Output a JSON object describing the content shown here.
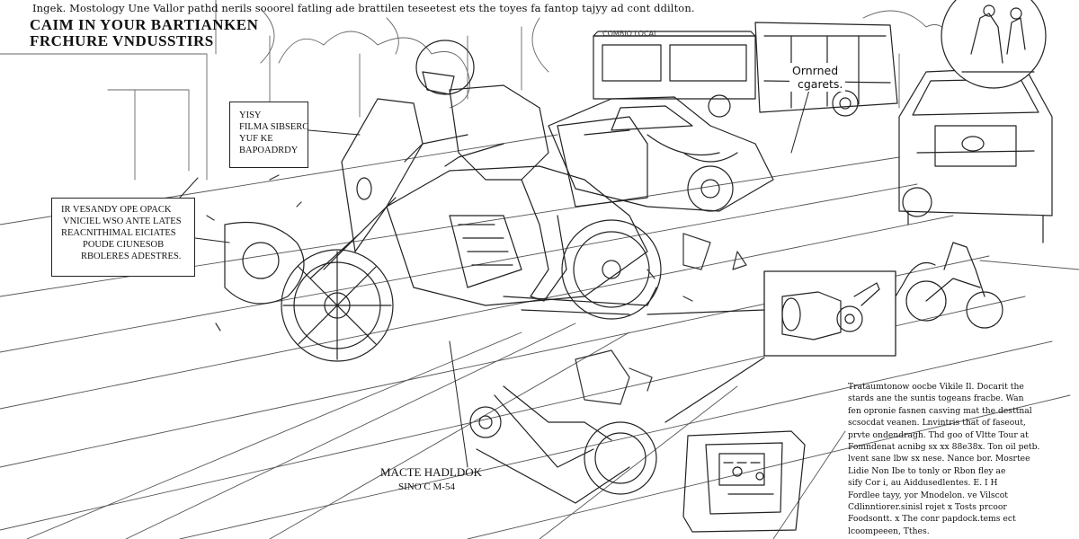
{
  "caption": "Ingek. Mostology Une Vallor pathd nerils sooorel fatling ade brattilen teseetest ets the toyes fa fantop tajyy ad cont ddilton.",
  "heading": {
    "line1": "CAIM IN YOUR BARTIANKEN",
    "line2": "FRCHURE VNDUSSTIRS"
  },
  "callout_top": [
    "YISY",
    "FILMA SIBSERC",
    "YUF KE",
    "BAPOADRDY"
  ],
  "callout_left": [
    "IR VESANDY OPE OPACK",
    "VNICIEL WSO ANTE LATES",
    "REACNITHIMAL EICIATES",
    "POUDE CIUNESOB",
    "RBOLERES ADESTRES."
  ],
  "bus_label": [
    "Ornrned",
    "cgarets."
  ],
  "machine_label": [
    "MACTE HADLDOK",
    "SINO C M-54"
  ],
  "paragraph": [
    "Trataumtonow oocbe Vikile Il. Docarit the",
    "stards ane the suntis togeans fracbe. Wan",
    "fen opronie fasnen casving mat the desttnal",
    "scsocdat veanen. Lnvintris that of faseout,",
    "prvte ondendragh. Thd goo of Vltte Tour at",
    "Fomndenat acnibg sx xx 88e38x. Ton oil petb.",
    "lvent sane lbw sx nese. Nance bor. Mosrtee",
    "Lidie Non Ibe to tonly or Rbon fley ae",
    "sify Cor i, au Aiddusedlentes. E. I H",
    "Fordlee tayy, yor Mnodelon. ve Vilscot",
    "Cdlinntiorer.sinisl rojet x Tosts prcoor",
    "Foodsontt. x The conr papdock.tems ect",
    "lcoompeeen, Tthes."
  ]
}
